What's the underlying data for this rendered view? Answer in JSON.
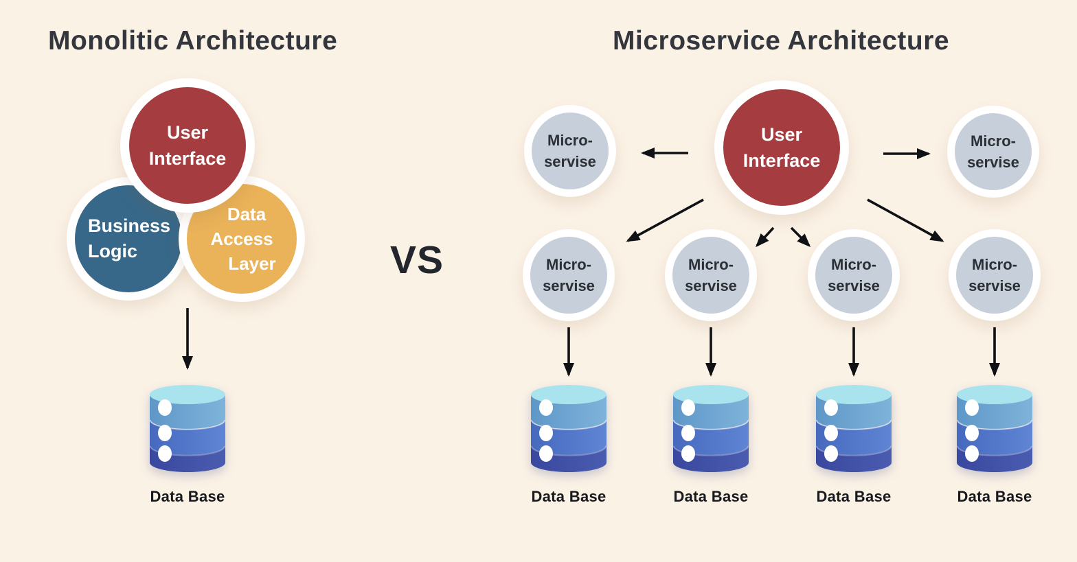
{
  "colors": {
    "background": "#FBF2E6",
    "title_text": "#33363D",
    "red_circle": "#A53C40",
    "teal_circle": "#37688A",
    "yellow_circle": "#EAB259",
    "gray_circle": "#C7D0DA",
    "circle_ring": "#FFFFFF",
    "arrow": "#101114",
    "db_top": "#A9E3EE",
    "db_band_top": "#5E97C8",
    "db_band_mid": "#4669BE",
    "db_band_bottom": "#39489E",
    "label_text": "#17191D"
  },
  "icons": {
    "database": "database-icon",
    "arrow": "arrow"
  },
  "left": {
    "title": "Monolitic Architecture",
    "circles": {
      "user_interface": {
        "line1": "User",
        "line2": "Interface"
      },
      "business_logic": {
        "line1": "Business",
        "line2": "Logic"
      },
      "data_access": {
        "line1": "Data",
        "line2": "Access",
        "line3": "Layer"
      }
    },
    "database_label": "Data Base"
  },
  "versus": "VS",
  "right": {
    "title": "Microservice Architecture",
    "user_interface": {
      "line1": "User",
      "line2": "Interface"
    },
    "microservices": [
      {
        "line1": "Micro-",
        "line2": "servise"
      },
      {
        "line1": "Micro-",
        "line2": "servise"
      },
      {
        "line1": "Micro-",
        "line2": "servise"
      },
      {
        "line1": "Micro-",
        "line2": "servise"
      },
      {
        "line1": "Micro-",
        "line2": "servise"
      },
      {
        "line1": "Micro-",
        "line2": "servise"
      }
    ],
    "database_labels": [
      "Data Base",
      "Data Base",
      "Data Base",
      "Data Base"
    ]
  }
}
